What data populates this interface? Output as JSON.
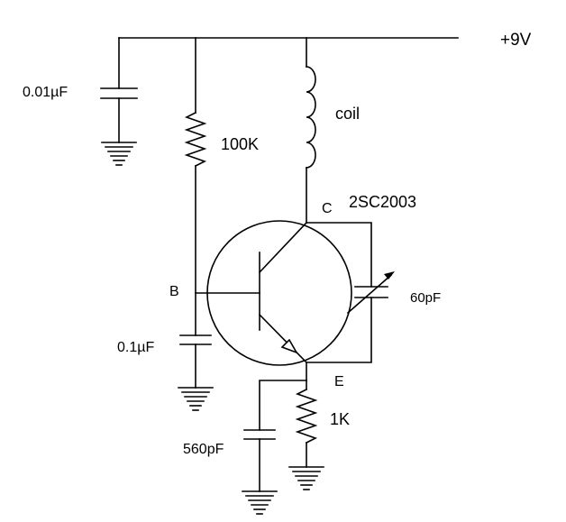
{
  "labels": {
    "supply": "+9V",
    "cap_decoupling": "0.01µF",
    "resistor_bias": "100K",
    "coil": "coil",
    "collector": "C",
    "transistor": "2SC2003",
    "base": "B",
    "cap_variable": "60pF",
    "cap_base": "0.1µF",
    "emitter": "E",
    "resistor_emitter": "1K",
    "cap_emitter": "560pF"
  },
  "icons": {
    "ground": "ground-icon",
    "resistor": "resistor-icon",
    "capacitor": "capacitor-icon",
    "inductor": "inductor-icon",
    "transistor": "npn-transistor-icon",
    "variable_capacitor": "variable-capacitor-icon"
  }
}
